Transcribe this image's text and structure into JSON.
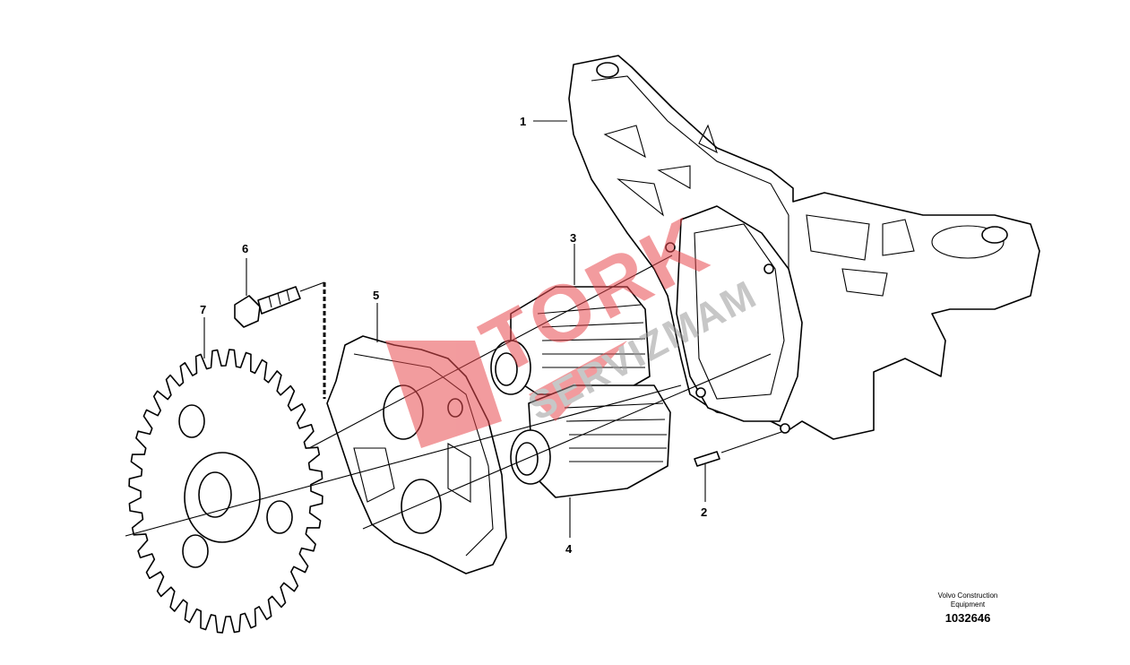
{
  "diagram": {
    "callouts": [
      {
        "id": "1",
        "label": "1"
      },
      {
        "id": "2",
        "label": "2"
      },
      {
        "id": "3",
        "label": "3"
      },
      {
        "id": "4",
        "label": "4"
      },
      {
        "id": "5",
        "label": "5"
      },
      {
        "id": "6",
        "label": "6"
      },
      {
        "id": "7",
        "label": "7"
      }
    ],
    "caption": {
      "line1": "Volvo Construction",
      "line2": "Equipment",
      "number": "1032646"
    },
    "watermark": {
      "brand": "VM TORK",
      "sub": "SERVIZMAM"
    },
    "sprocket_teeth": 36,
    "colors": {
      "watermark_red": "#e84a4f",
      "watermark_gray": "#9a9a9a",
      "line": "#000000"
    }
  }
}
